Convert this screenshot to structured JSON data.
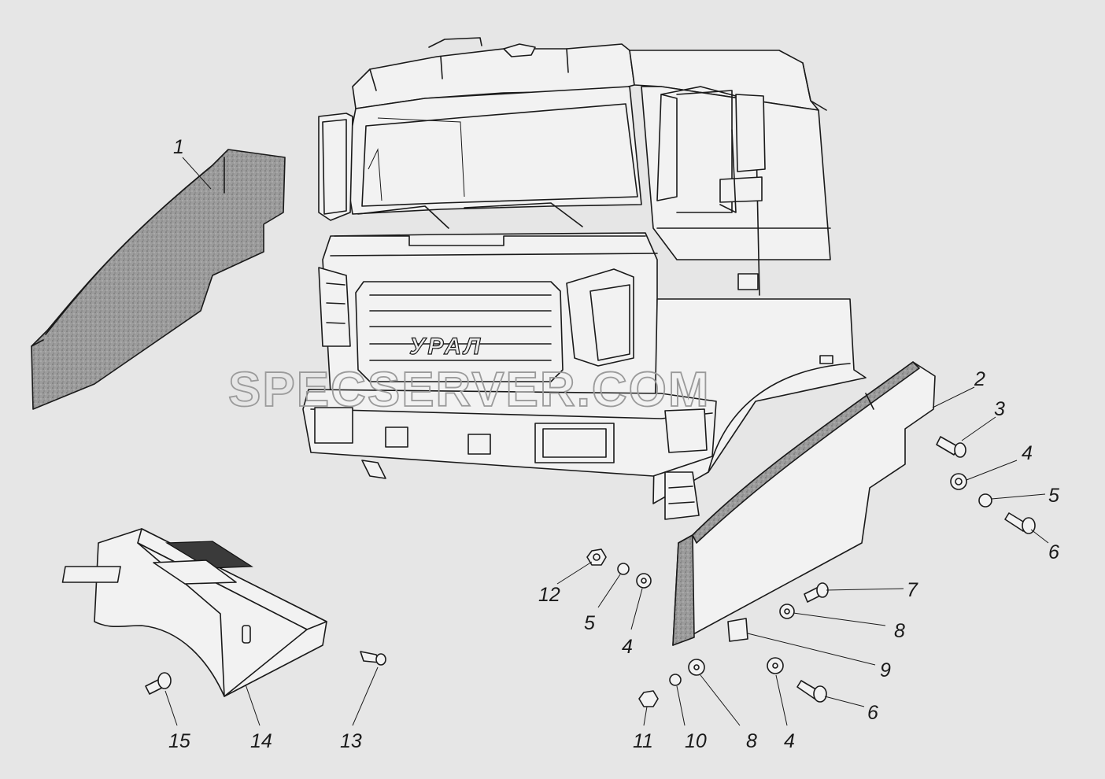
{
  "watermark": "SPECSERVER.COM",
  "grille_badge": "УРАЛ",
  "callouts": [
    {
      "id": "c1",
      "label": "1"
    },
    {
      "id": "c2",
      "label": "2"
    },
    {
      "id": "c3",
      "label": "3"
    },
    {
      "id": "c4a",
      "label": "4"
    },
    {
      "id": "c5a",
      "label": "5"
    },
    {
      "id": "c6a",
      "label": "6"
    },
    {
      "id": "c7",
      "label": "7"
    },
    {
      "id": "c8a",
      "label": "8"
    },
    {
      "id": "c9",
      "label": "9"
    },
    {
      "id": "c6b",
      "label": "6"
    },
    {
      "id": "c12",
      "label": "12"
    },
    {
      "id": "c5b",
      "label": "5"
    },
    {
      "id": "c4b",
      "label": "4"
    },
    {
      "id": "c11",
      "label": "11"
    },
    {
      "id": "c10",
      "label": "10"
    },
    {
      "id": "c8b",
      "label": "8"
    },
    {
      "id": "c4c",
      "label": "4"
    },
    {
      "id": "c15",
      "label": "15"
    },
    {
      "id": "c14",
      "label": "14"
    },
    {
      "id": "c13",
      "label": "13"
    }
  ]
}
